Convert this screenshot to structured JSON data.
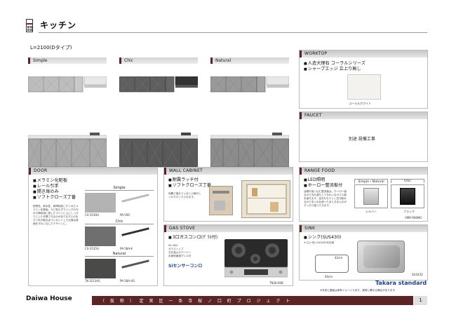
{
  "page": {
    "title": "キッチン",
    "type_label": "L=2100(Dタイプ)"
  },
  "variants": [
    {
      "name": "Simple",
      "door_color": "#a9a9a9",
      "wall_color": "#b5b5b5"
    },
    {
      "name": "Chic",
      "door_color": "#595959",
      "wall_color": "#666666"
    },
    {
      "name": "Natural",
      "door_color": "#8c8c8c",
      "wall_color": "#9a9a9a"
    }
  ],
  "worktop": {
    "header": "WORKTOP",
    "bullets": [
      "人造大理石 コーラルシリーズ",
      "シャープエッジ 立上り無し"
    ],
    "swatch_label": "コーラルホワイト"
  },
  "faucet": {
    "header": "FAUCET",
    "note": "別途 設備工事"
  },
  "door": {
    "header": "DOOR",
    "bullets": [
      "メラミン化粧板",
      "レール引手",
      "開き扉のみ",
      "ソフトクローズ丁番"
    ],
    "description": "耐熱性、耐水性、耐摩耗性にすぐれたメラミン化粧板。サビ知らずでリングの汚れや掃除用に施したラインに上にしっかりとした作業できるのがありますいのをすぐ拭き取ればプレゼントした仕様は表面をきれいなしたデザインに。",
    "groups": [
      {
        "title": "Simple",
        "swatch_code": "CX-3539U",
        "handle_code": "PA-59Z"
      },
      {
        "title": "Chic",
        "swatch_code": "CX-3535U",
        "handle_code": "PA-58A-K"
      },
      {
        "title": "Natural",
        "swatch_code": "TK-3513AS",
        "handle_code": "PA-58A-4G"
      }
    ]
  },
  "wall_cabinet": {
    "header": "WALL CABINET",
    "bullets": [
      "耐震ラッチ付",
      "ソフトクローズ丁番"
    ],
    "note": "地震で揺れていると小扉がしっかりロックされます。"
  },
  "range_hood": {
    "header": "RANGE FOOD",
    "bullets": [
      "LED照明",
      "ホーロー整流板付"
    ],
    "description": "油煙を吸い込む整流板は、ホーロー製なので汚れ落ちしてきれいなガラス面を保ちます。油汚れもサッと拭き取れるので手入れを使ったあとお手入れがすっきり保つできます。",
    "options": [
      {
        "title": "Simple・Natural",
        "color_label": "シルバー"
      },
      {
        "title": "Chic",
        "color_label": "ブラック"
      }
    ],
    "model": "VMR-906MG"
  },
  "gas_stove": {
    "header": "GAS STOVE",
    "bullets": [
      "3口ガスコンロ(ｸﾞﾘﾙ付)"
    ],
    "specs": [
      "W=600",
      "ガラストップ",
      "左右強火力バーナー",
      "水無両面焼グリル付"
    ],
    "logo_text": "Siセンサーコンロ",
    "model": "TN36-60B"
  },
  "sink": {
    "header": "SINK",
    "bullets": [
      "シンク(SUS430)"
    ],
    "note": "※ 広い洗いSUS430を採用",
    "dim_width": "60cm",
    "dim_depth": "42cm",
    "model": "SUS430"
  },
  "footer": {
    "brand_left": "Daiwa House",
    "brand_right": "Takara standard",
    "text": "（ 仮 称 ） 定 宮 区 一 条 寺 桜 ノ 口 町 プ ロ ジ ェ ク ト",
    "page_number": "1",
    "disclaimer": "※写真と図面は参考イメージであり、実物と異なる場合があります。"
  }
}
